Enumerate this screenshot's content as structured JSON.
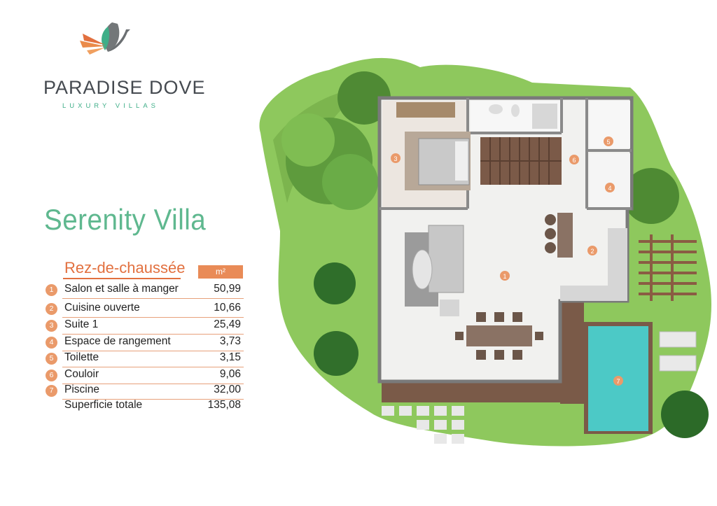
{
  "brand": {
    "name": "PARADISE DOVE",
    "tagline": "LUXURY VILLAS"
  },
  "colors": {
    "accent_green": "#5fb88f",
    "accent_orange": "#e2703f",
    "badge_orange": "#ea9a6a",
    "text_dark": "#454a50"
  },
  "villa": {
    "title": "Serenity Villa"
  },
  "legend": {
    "floor": "Rez-de-chaussée",
    "unit": "m²",
    "rooms": [
      {
        "num": "1",
        "name": "Salon et salle à manger",
        "area": "50,99"
      },
      {
        "num": "2",
        "name": "Cuisine ouverte",
        "area": "10,66"
      },
      {
        "num": "3",
        "name": "Suite 1",
        "area": "25,49"
      },
      {
        "num": "4",
        "name": "Espace de rangement",
        "area": "3,73"
      },
      {
        "num": "5",
        "name": "Toilette",
        "area": "3,15"
      },
      {
        "num": "6",
        "name": "Couloir",
        "area": "9,06"
      },
      {
        "num": "7",
        "name": "Piscine",
        "area": "32,00"
      }
    ],
    "total_label": "Superficie totale",
    "total_area": "135,08"
  },
  "plan": {
    "badges": [
      "1",
      "2",
      "3",
      "4",
      "5",
      "6",
      "7"
    ]
  }
}
